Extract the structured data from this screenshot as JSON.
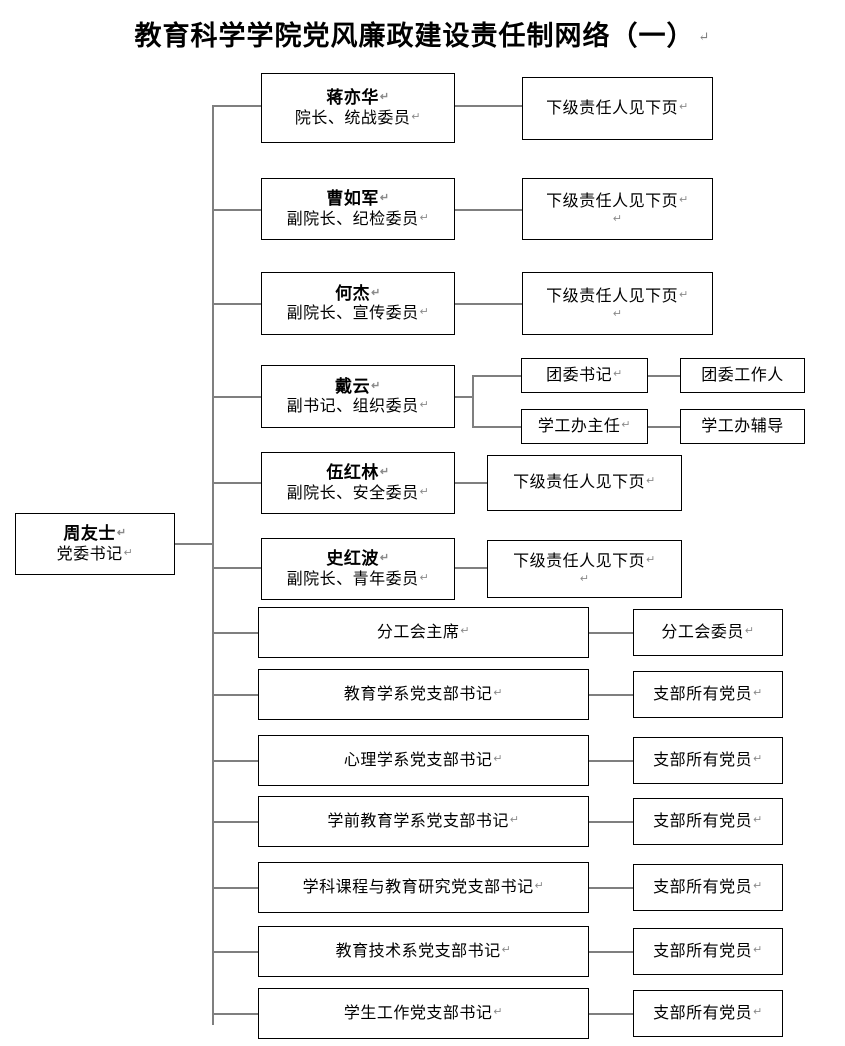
{
  "title": {
    "text": "教育科学学院党风廉政建设责任制网络（一）",
    "paragraph_mark": "↵"
  },
  "marks": {
    "pilcrow": "↵"
  },
  "root": {
    "name": "周友士",
    "role": "党委书记"
  },
  "common_labels": {
    "next_page": "下级责任人见下页",
    "all_party_members": "支部所有党员"
  },
  "branches": [
    {
      "id": "jiang-yihua",
      "name": "蒋亦华",
      "role": "院长、统战委员",
      "child": "下级责任人见下页"
    },
    {
      "id": "cao-rujun",
      "name": "曹如军",
      "role": "副院长、纪检委员",
      "child": "下级责任人见下页"
    },
    {
      "id": "he-jie",
      "name": "何杰",
      "role": "副院长、宣传委员",
      "child": "下级责任人见下页"
    },
    {
      "id": "dai-yun",
      "name": "戴云",
      "role": "副书记、组织委员",
      "children": [
        {
          "label": "团委书记",
          "grandchild": "团委工作人"
        },
        {
          "label": "学工办主任",
          "grandchild": "学工办辅导"
        }
      ]
    },
    {
      "id": "wu-honglin",
      "name": "伍红林",
      "role": "副院长、安全委员",
      "child": "下级责任人见下页"
    },
    {
      "id": "shi-hongbo",
      "name": "史红波",
      "role": "副院长、青年委员",
      "child": "下级责任人见下页"
    }
  ],
  "departments": [
    {
      "id": "union-chair",
      "label": "分工会主席",
      "child": "分工会委员"
    },
    {
      "id": "edu-dept",
      "label": "教育学系党支部书记",
      "child": "支部所有党员"
    },
    {
      "id": "psych-dept",
      "label": "心理学系党支部书记",
      "child": "支部所有党员"
    },
    {
      "id": "preschool-dept",
      "label": "学前教育学系党支部书记",
      "child": "支部所有党员"
    },
    {
      "id": "curriculum-dept",
      "label": "学科课程与教育研究党支部书记",
      "child": "支部所有党员"
    },
    {
      "id": "edtech-dept",
      "label": "教育技术系党支部书记",
      "child": "支部所有党员"
    },
    {
      "id": "student-work-dept",
      "label": "学生工作党支部书记",
      "child": "支部所有党员"
    }
  ],
  "colors": {
    "line": "#7f7f7f",
    "border": "#000000",
    "background": "#ffffff",
    "mark": "#8a8a8a"
  }
}
